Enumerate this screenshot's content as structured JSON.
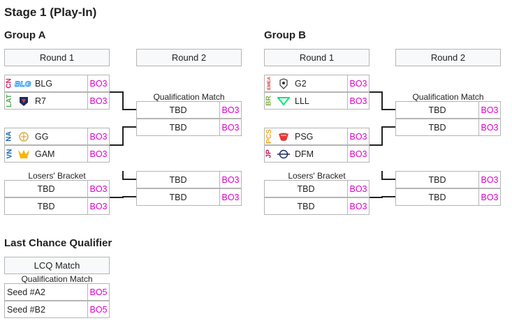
{
  "stage_title": "Stage 1 (Play-In)",
  "group_a": {
    "title": "Group A",
    "round1_label": "Round 1",
    "round2_label": "Round 2",
    "qual_caption": "Qualification Match",
    "losers_caption": "Losers' Bracket",
    "match1": [
      {
        "region": "CN",
        "region_color": "#e91e63",
        "name": "BLG",
        "format": "BO3"
      },
      {
        "region": "LAT",
        "region_color": "#4caf50",
        "name": "R7",
        "format": "BO3"
      }
    ],
    "match2": [
      {
        "region": "NA",
        "region_color": "#1565c0",
        "name": "GG",
        "format": "BO3"
      },
      {
        "region": "VN",
        "region_color": "#1565c0",
        "name": "GAM",
        "format": "BO3"
      }
    ],
    "qual_match": [
      {
        "name": "TBD",
        "format": "BO3"
      },
      {
        "name": "TBD",
        "format": "BO3"
      }
    ],
    "losers_r1": [
      {
        "name": "TBD",
        "format": "BO3"
      },
      {
        "name": "TBD",
        "format": "BO3"
      }
    ],
    "losers_r2": [
      {
        "name": "TBD",
        "format": "BO3"
      },
      {
        "name": "TBD",
        "format": "BO3"
      }
    ]
  },
  "group_b": {
    "title": "Group B",
    "round1_label": "Round 1",
    "round2_label": "Round 2",
    "qual_caption": "Qualification Match",
    "losers_caption": "Losers' Bracket",
    "match1": [
      {
        "region": "EMEA",
        "region_color": "#e53935",
        "name": "G2",
        "format": "BO3"
      },
      {
        "region": "BR",
        "region_color": "#7cb342",
        "name": "LLL",
        "format": "BO3"
      }
    ],
    "match2": [
      {
        "region": "PCS",
        "region_color": "#f9a825",
        "name": "PSG",
        "format": "BO3"
      },
      {
        "region": "JP",
        "region_color": "#c2185b",
        "name": "DFM",
        "format": "BO3"
      }
    ],
    "qual_match": [
      {
        "name": "TBD",
        "format": "BO3"
      },
      {
        "name": "TBD",
        "format": "BO3"
      }
    ],
    "losers_r1": [
      {
        "name": "TBD",
        "format": "BO3"
      },
      {
        "name": "TBD",
        "format": "BO3"
      }
    ],
    "losers_r2": [
      {
        "name": "TBD",
        "format": "BO3"
      },
      {
        "name": "TBD",
        "format": "BO3"
      }
    ]
  },
  "lcq": {
    "title": "Last Chance Qualifier",
    "header": "LCQ Match",
    "caption": "Qualification Match",
    "slots": [
      {
        "name": "Seed #A2",
        "format": "BO5"
      },
      {
        "name": "Seed #B2",
        "format": "BO5"
      }
    ]
  },
  "team_logos": {
    "BLG": "blg-logo-icon",
    "R7": "r7-logo-icon",
    "GG": "gg-logo-icon",
    "GAM": "gam-logo-icon",
    "G2": "g2-logo-icon",
    "LLL": "lll-logo-icon",
    "PSG": "psg-logo-icon",
    "DFM": "dfm-logo-icon"
  }
}
